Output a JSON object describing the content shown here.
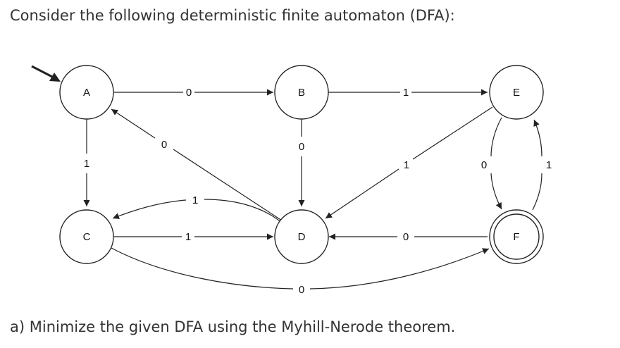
{
  "heading": "Consider the following deterministic finite automaton (DFA):",
  "question": "a) Minimize the given DFA using the Myhill-Nerode theorem.",
  "colors": {
    "stroke": "#222222",
    "text": "#333333",
    "background": "#ffffff"
  },
  "dfa": {
    "start_state": "A",
    "accepting_states": [
      "F"
    ],
    "states": {
      "A": "A",
      "B": "B",
      "C": "C",
      "D": "D",
      "E": "E",
      "F": "F"
    },
    "transitions": [
      {
        "from": "A",
        "to": "B",
        "symbol": "0"
      },
      {
        "from": "A",
        "to": "C",
        "symbol": "1"
      },
      {
        "from": "B",
        "to": "D",
        "symbol": "0"
      },
      {
        "from": "B",
        "to": "E",
        "symbol": "1"
      },
      {
        "from": "C",
        "to": "F",
        "symbol": "0"
      },
      {
        "from": "C",
        "to": "D",
        "symbol": "1"
      },
      {
        "from": "D",
        "to": "A",
        "symbol": "0"
      },
      {
        "from": "D",
        "to": "C",
        "symbol": "1"
      },
      {
        "from": "E",
        "to": "F",
        "symbol": "0"
      },
      {
        "from": "E",
        "to": "D",
        "symbol": "1"
      },
      {
        "from": "F",
        "to": "D",
        "symbol": "0"
      },
      {
        "from": "F",
        "to": "E",
        "symbol": "1"
      }
    ],
    "labels": {
      "a_b": "0",
      "a_c": "1",
      "b_d": "0",
      "b_e": "1",
      "c_f": "0",
      "c_d": "1",
      "d_a": "0",
      "d_c": "1",
      "e_f": "0",
      "e_d": "1",
      "f_d": "0",
      "f_e": "1"
    }
  }
}
